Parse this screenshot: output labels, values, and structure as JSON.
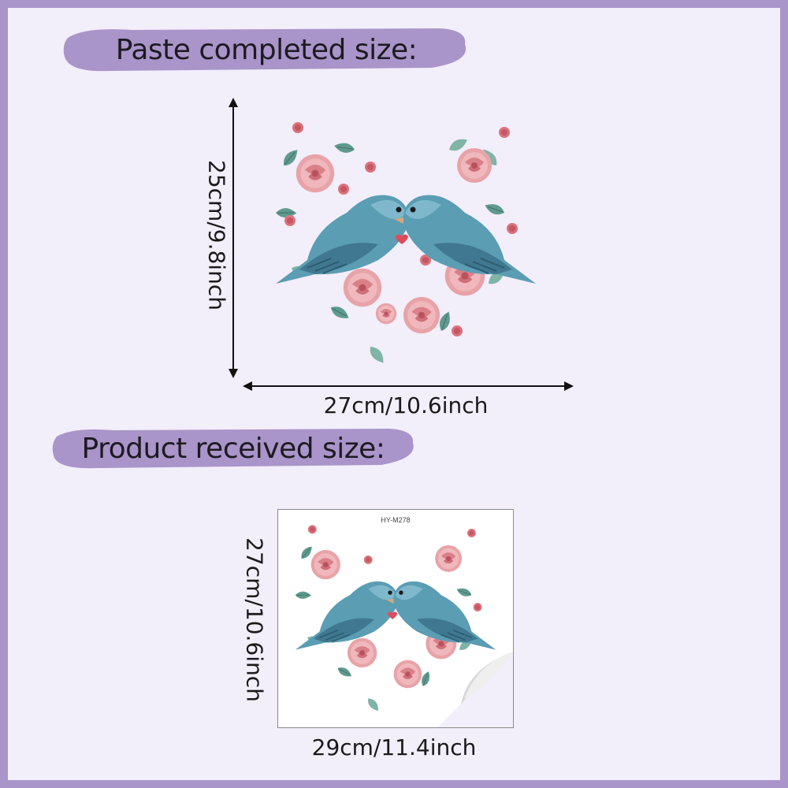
{
  "banners": {
    "paste": "Paste completed size:",
    "received": "Product received size:"
  },
  "completed_size": {
    "height": "25cm/9.8inch",
    "width": "27cm/10.6inch"
  },
  "received_size": {
    "height": "27cm/10.6inch",
    "width": "29cm/11.4inch",
    "product_code": "HY-M278"
  },
  "colors": {
    "frame": "#a995c9",
    "background": "#f2eefa",
    "banner": "#a995c9",
    "bird": "#5a9bb0",
    "rose": "#e8a0a6",
    "leaf": "#5f9a8e"
  }
}
